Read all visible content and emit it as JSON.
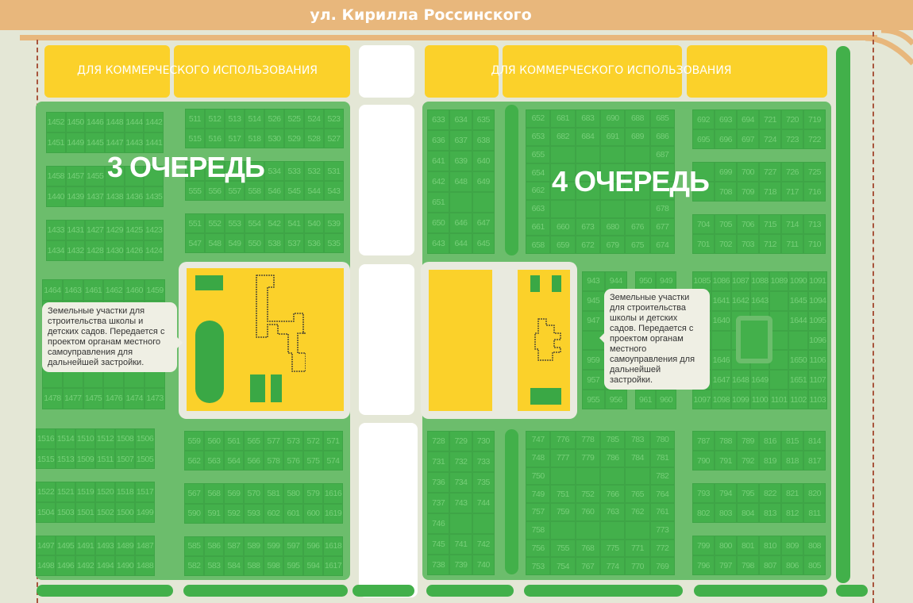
{
  "street": {
    "name": "ул. Кирилла Россинского"
  },
  "commercial": {
    "left_label": "ДЛЯ КОММЕРЧЕСКОГО ИСПОЛЬЗОВАНИЯ",
    "right_label": "ДЛЯ КОММЕРЧЕСКОГО ИСПОЛЬЗОВАНИЯ"
  },
  "zones": {
    "left_title": "3 ОЧЕРЕДЬ",
    "right_title": "4 ОЧЕРЕДЬ"
  },
  "tooltips": {
    "left": "Земельные участки для строительства школы и детских садов. Передается с проектом органам местного самоуправления для дальнейшей застройки.",
    "right": "Земельные участки для строительства школы и детских садов. Передается с проектом органам местного самоуправления для дальнейшей застройки."
  },
  "colors": {
    "plot": "#43b04b",
    "zone": "#6cbd6c",
    "commercial": "#fbd12a",
    "road": "#e8b77c",
    "boundary": "#a8553d"
  },
  "blocks": [
    {
      "id": "L1452",
      "rows": [
        [
          "1452",
          "1450",
          "1446",
          "1448",
          "1444",
          "1442"
        ],
        [
          "1451",
          "1449",
          "1445",
          "1447",
          "1443",
          "1441"
        ],
        null,
        [
          "1458",
          "1457",
          "1455",
          "",
          "",
          ""
        ],
        [
          "1440",
          "1439",
          "1437",
          "1438",
          "1436",
          "1435"
        ],
        null,
        [
          "1433",
          "1431",
          "1427",
          "1429",
          "1425",
          "1423"
        ],
        [
          "1434",
          "1432",
          "1428",
          "1430",
          "1426",
          "1424"
        ]
      ]
    },
    {
      "id": "L1464",
      "rows": [
        [
          "1464",
          "1463",
          "1461",
          "1462",
          "1460",
          "1459"
        ],
        [
          "",
          "",
          "",
          "",
          "",
          ""
        ],
        [
          "",
          "",
          "",
          "",
          "",
          ""
        ],
        [
          "",
          "",
          "",
          "",
          "",
          ""
        ],
        [
          "",
          "",
          "",
          "",
          "",
          ""
        ],
        [
          "1478",
          "1477",
          "1475",
          "1476",
          "1474",
          "1473"
        ]
      ]
    },
    {
      "id": "L511",
      "rows": [
        [
          "511",
          "512",
          "513",
          "514",
          "526",
          "525",
          "524",
          "523"
        ],
        [
          "515",
          "516",
          "517",
          "518",
          "530",
          "529",
          "528",
          "527"
        ],
        null,
        [
          "",
          "",
          "",
          "",
          "534",
          "533",
          "532",
          "531"
        ],
        [
          "555",
          "556",
          "557",
          "558",
          "546",
          "545",
          "544",
          "543"
        ],
        null,
        [
          "551",
          "552",
          "553",
          "554",
          "542",
          "541",
          "540",
          "539"
        ],
        [
          "547",
          "548",
          "549",
          "550",
          "538",
          "537",
          "536",
          "535"
        ]
      ]
    },
    {
      "id": "L1516",
      "rows": [
        [
          "1516",
          "1514",
          "1510",
          "1512",
          "1508",
          "1506"
        ],
        [
          "1515",
          "1513",
          "1509",
          "1511",
          "1507",
          "1505"
        ],
        null,
        [
          "1522",
          "1521",
          "1519",
          "1520",
          "1518",
          "1517"
        ],
        [
          "1504",
          "1503",
          "1501",
          "1502",
          "1500",
          "1499"
        ],
        null,
        [
          "1497",
          "1495",
          "1491",
          "1493",
          "1489",
          "1487"
        ],
        [
          "1498",
          "1496",
          "1492",
          "1494",
          "1490",
          "1488"
        ]
      ]
    },
    {
      "id": "L559",
      "rows": [
        [
          "559",
          "560",
          "561",
          "565",
          "577",
          "573",
          "572",
          "571"
        ],
        [
          "562",
          "563",
          "564",
          "566",
          "578",
          "576",
          "575",
          "574"
        ],
        null,
        [
          "567",
          "568",
          "569",
          "570",
          "581",
          "580",
          "579",
          "1616"
        ],
        [
          "590",
          "591",
          "592",
          "593",
          "602",
          "601",
          "600",
          "1619"
        ],
        null,
        [
          "585",
          "586",
          "587",
          "589",
          "599",
          "597",
          "596",
          "1618"
        ],
        [
          "582",
          "583",
          "584",
          "588",
          "598",
          "595",
          "594",
          "1617"
        ]
      ]
    },
    {
      "id": "R633",
      "rows": [
        [
          "633",
          "634",
          "635"
        ],
        [
          "636",
          "637",
          "638"
        ],
        [
          "641",
          "639",
          "640"
        ],
        [
          "642",
          "648",
          "649"
        ],
        [
          "651",
          "",
          ""
        ],
        [
          "650",
          "646",
          "647"
        ],
        [
          "643",
          "644",
          "645"
        ]
      ]
    },
    {
      "id": "R652",
      "rows": [
        [
          "652",
          "681",
          "683",
          "690",
          "688",
          "685"
        ],
        [
          "653",
          "682",
          "684",
          "691",
          "689",
          "686"
        ],
        [
          "655",
          "",
          "",
          "",
          "",
          "687"
        ],
        [
          "654",
          "",
          "",
          "",
          "",
          ""
        ],
        [
          "662",
          "",
          "",
          "",
          "",
          ""
        ],
        [
          "663",
          "",
          "",
          "",
          "",
          "678"
        ],
        [
          "661",
          "660",
          "673",
          "680",
          "676",
          "677"
        ],
        [
          "658",
          "659",
          "672",
          "679",
          "675",
          "674"
        ]
      ]
    },
    {
      "id": "R692",
      "rows": [
        [
          "692",
          "693",
          "694",
          "721",
          "720",
          "719"
        ],
        [
          "695",
          "696",
          "697",
          "724",
          "723",
          "722"
        ],
        null,
        [
          "",
          "699",
          "700",
          "727",
          "726",
          "725"
        ],
        [
          "",
          "708",
          "709",
          "718",
          "717",
          "716"
        ],
        null,
        [
          "704",
          "705",
          "706",
          "715",
          "714",
          "713"
        ],
        [
          "701",
          "702",
          "703",
          "712",
          "711",
          "710"
        ]
      ]
    },
    {
      "id": "R943",
      "rows": [
        [
          "943",
          "944"
        ],
        [
          "945",
          ""
        ],
        [
          "947",
          ""
        ],
        [
          "",
          ""
        ],
        [
          "959",
          ""
        ],
        [
          "957",
          ""
        ],
        [
          "955",
          "956"
        ]
      ]
    },
    {
      "id": "R950",
      "rows": [
        [
          "950",
          "949"
        ],
        [
          "",
          ""
        ],
        [
          "",
          ""
        ],
        [
          "",
          ""
        ],
        [
          "",
          ""
        ],
        [
          "",
          ""
        ],
        [
          "961",
          "960"
        ]
      ]
    },
    {
      "id": "R1085",
      "rows": [
        [
          "1085",
          "1086",
          "1087",
          "1088",
          "1089",
          "1090",
          "1091"
        ],
        [
          "",
          "1641",
          "1642",
          "1643",
          "",
          "1645",
          "1094"
        ],
        [
          "",
          "1640",
          "",
          "",
          "",
          "1644",
          "1095"
        ],
        [
          "",
          "",
          "",
          "",
          "",
          "",
          "1096"
        ],
        [
          "",
          "1646",
          "",
          "",
          "",
          "1650",
          "1106"
        ],
        [
          "",
          "1647",
          "1648",
          "1649",
          "",
          "1651",
          "1107"
        ],
        [
          "1097",
          "1098",
          "1099",
          "1100",
          "1101",
          "1102",
          "1103"
        ]
      ]
    },
    {
      "id": "R728",
      "rows": [
        [
          "728",
          "729",
          "730"
        ],
        [
          "731",
          "732",
          "733"
        ],
        [
          "736",
          "734",
          "735"
        ],
        [
          "737",
          "743",
          "744"
        ],
        [
          "746",
          "",
          ""
        ],
        [
          "745",
          "741",
          "742"
        ],
        [
          "738",
          "739",
          "740"
        ]
      ]
    },
    {
      "id": "R747",
      "rows": [
        [
          "747",
          "776",
          "778",
          "785",
          "783",
          "780"
        ],
        [
          "748",
          "777",
          "779",
          "786",
          "784",
          "781"
        ],
        [
          "750",
          "",
          "",
          "",
          "",
          "782"
        ],
        [
          "749",
          "751",
          "752",
          "766",
          "765",
          "764"
        ],
        [
          "757",
          "759",
          "760",
          "763",
          "762",
          "761"
        ],
        [
          "758",
          "",
          "",
          "",
          "",
          "773"
        ],
        [
          "756",
          "755",
          "768",
          "775",
          "771",
          "772"
        ],
        [
          "753",
          "754",
          "767",
          "774",
          "770",
          "769"
        ]
      ]
    },
    {
      "id": "R787",
      "rows": [
        [
          "787",
          "788",
          "789",
          "816",
          "815",
          "814"
        ],
        [
          "790",
          "791",
          "792",
          "819",
          "818",
          "817"
        ],
        null,
        [
          "793",
          "794",
          "795",
          "822",
          "821",
          "820"
        ],
        [
          "802",
          "803",
          "804",
          "813",
          "812",
          "811"
        ],
        null,
        [
          "799",
          "800",
          "801",
          "810",
          "809",
          "808"
        ],
        [
          "796",
          "797",
          "798",
          "807",
          "806",
          "805"
        ]
      ]
    }
  ]
}
